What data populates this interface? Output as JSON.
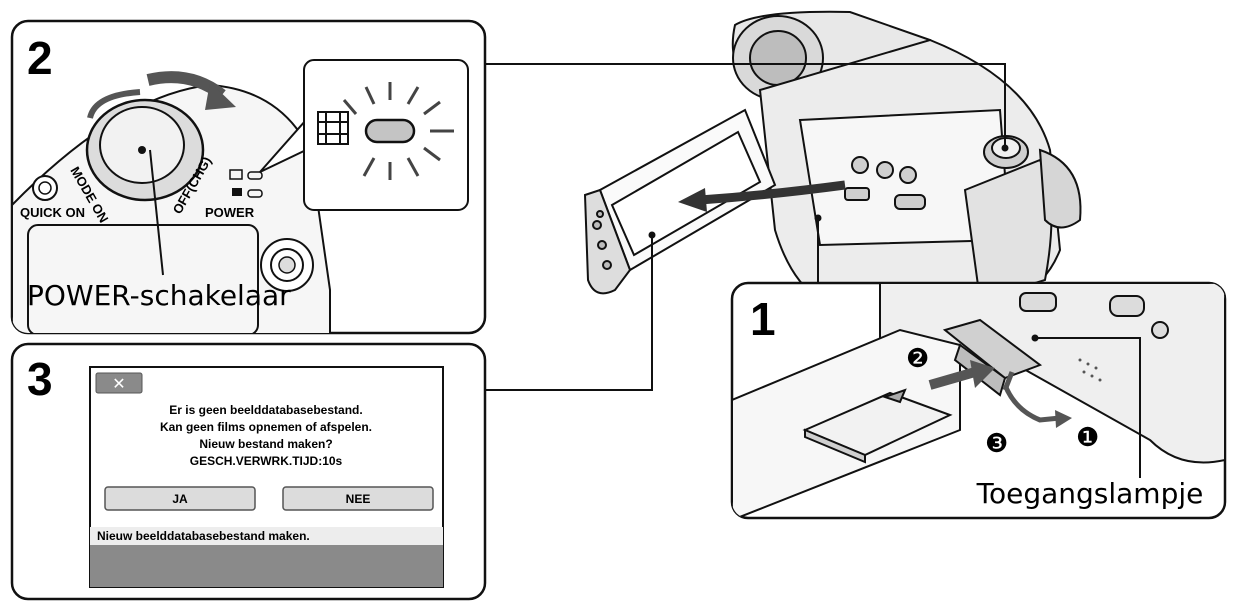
{
  "panels": {
    "p1": {
      "number": "1",
      "label": "Toegangslampje"
    },
    "p2": {
      "number": "2",
      "label": "POWER-schakelaar"
    },
    "p3": {
      "number": "3"
    }
  },
  "dial": {
    "mode_on": "MODE ON",
    "off_chg": "OFF(CHG)",
    "quick_on": "QUICK ON",
    "power": "POWER"
  },
  "dialog": {
    "close_symbol": "✕",
    "lines": [
      "Er is geen beelddatabasebestand.",
      "Kan geen films opnemen of afspelen.",
      "Nieuw bestand maken?",
      "GESCH.VERWRK.TIJD:10s"
    ],
    "yes_button": "JA",
    "no_button": "NEE",
    "status": "Nieuw beelddatabasebestand maken."
  },
  "steps": [
    "❶",
    "❷",
    "❸"
  ],
  "colors": {
    "line": "#111111",
    "dialog_grey": "#8a8a8a",
    "button_grey": "#dcdcdc"
  }
}
